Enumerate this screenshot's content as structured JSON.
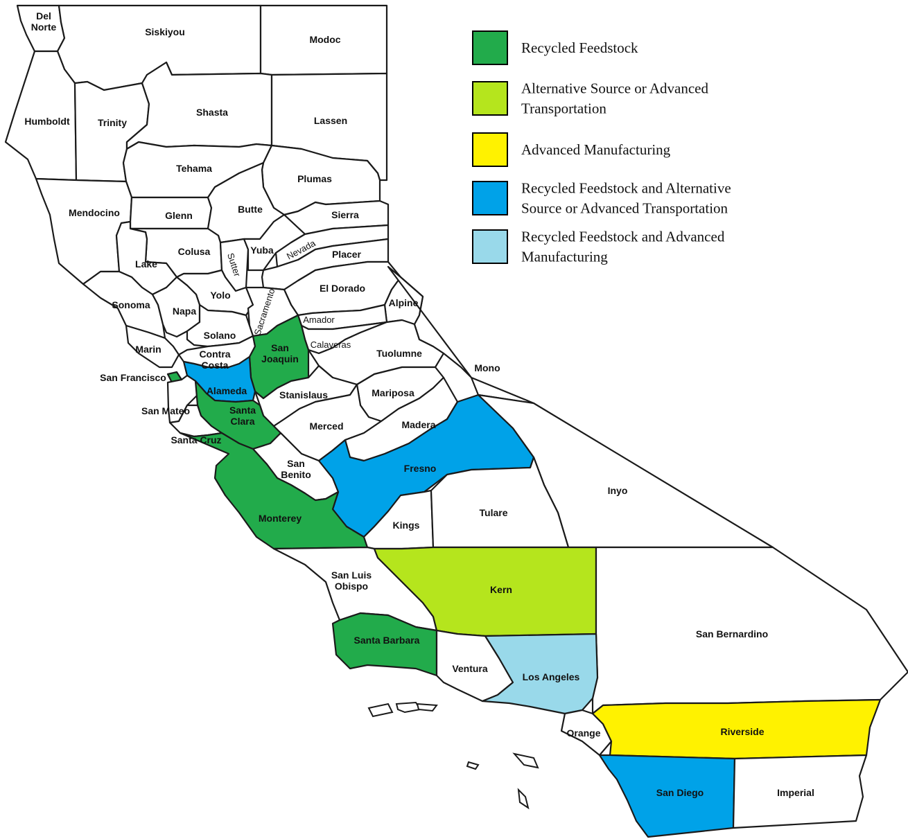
{
  "legend": [
    {
      "label_lines": [
        "Recycled Feedstock"
      ],
      "color": "#22ab4b"
    },
    {
      "label_lines": [
        "Alternative Source or Advanced",
        "Transportation"
      ],
      "color": "#b5e51d"
    },
    {
      "label_lines": [
        "Advanced Manufacturing"
      ],
      "color": "#fff200"
    },
    {
      "label_lines": [
        "Recycled Feedstock and Alternative",
        "Source or Advanced Transportation"
      ],
      "color": "#00a2e8"
    },
    {
      "label_lines": [
        "Recycled Feedstock and Advanced",
        "Manufacturing"
      ],
      "color": "#99d9ea"
    }
  ],
  "counties": [
    {
      "name": "Del Norte",
      "lines": [
        "Del",
        "Norte"
      ],
      "category": 0
    },
    {
      "name": "Siskiyou",
      "lines": [
        "Siskiyou"
      ],
      "category": 0
    },
    {
      "name": "Modoc",
      "lines": [
        "Modoc"
      ],
      "category": 0
    },
    {
      "name": "Humboldt",
      "lines": [
        "Humboldt"
      ],
      "category": 0
    },
    {
      "name": "Trinity",
      "lines": [
        "Trinity"
      ],
      "category": 0
    },
    {
      "name": "Shasta",
      "lines": [
        "Shasta"
      ],
      "category": 0
    },
    {
      "name": "Lassen",
      "lines": [
        "Lassen"
      ],
      "category": 0
    },
    {
      "name": "Tehama",
      "lines": [
        "Tehama"
      ],
      "category": 0
    },
    {
      "name": "Plumas",
      "lines": [
        "Plumas"
      ],
      "category": 0
    },
    {
      "name": "Mendocino",
      "lines": [
        "Mendocino"
      ],
      "category": 0
    },
    {
      "name": "Glenn",
      "lines": [
        "Glenn"
      ],
      "category": 0
    },
    {
      "name": "Butte",
      "lines": [
        "Butte"
      ],
      "category": 0
    },
    {
      "name": "Sierra",
      "lines": [
        "Sierra"
      ],
      "category": 0
    },
    {
      "name": "Colusa",
      "lines": [
        "Colusa"
      ],
      "category": 0
    },
    {
      "name": "Lake",
      "lines": [
        "Lake"
      ],
      "category": 0
    },
    {
      "name": "Sutter",
      "lines": [
        "Sutter"
      ],
      "category": 0
    },
    {
      "name": "Yuba",
      "lines": [
        "Yuba"
      ],
      "category": 0
    },
    {
      "name": "Nevada",
      "lines": [
        "Nevada"
      ],
      "category": 0
    },
    {
      "name": "Placer",
      "lines": [
        "Placer"
      ],
      "category": 0
    },
    {
      "name": "Yolo",
      "lines": [
        "Yolo"
      ],
      "category": 0
    },
    {
      "name": "El Dorado",
      "lines": [
        "El Dorado"
      ],
      "category": 0
    },
    {
      "name": "Sonoma",
      "lines": [
        "Sonoma"
      ],
      "category": 0
    },
    {
      "name": "Napa",
      "lines": [
        "Napa"
      ],
      "category": 0
    },
    {
      "name": "Sacramento",
      "lines": [
        "Sacramento"
      ],
      "category": 0
    },
    {
      "name": "Alpine",
      "lines": [
        "Alpine"
      ],
      "category": 0
    },
    {
      "name": "Amador",
      "lines": [
        "Amador"
      ],
      "category": 0
    },
    {
      "name": "Solano",
      "lines": [
        "Solano"
      ],
      "category": 0
    },
    {
      "name": "Marin",
      "lines": [
        "Marin"
      ],
      "category": 0
    },
    {
      "name": "Calaveras",
      "lines": [
        "Calaveras"
      ],
      "category": 0
    },
    {
      "name": "Contra Costa",
      "lines": [
        "Contra",
        "Costa"
      ],
      "category": 0
    },
    {
      "name": "San Joaquin",
      "lines": [
        "San",
        "Joaquin"
      ],
      "category": 1
    },
    {
      "name": "Tuolumne",
      "lines": [
        "Tuolumne"
      ],
      "category": 0
    },
    {
      "name": "Mono",
      "lines": [
        "Mono"
      ],
      "category": 0
    },
    {
      "name": "San Francisco",
      "lines": [
        "San Francisco"
      ],
      "category": 1
    },
    {
      "name": "Alameda",
      "lines": [
        "Alameda"
      ],
      "category": 4
    },
    {
      "name": "Stanislaus",
      "lines": [
        "Stanislaus"
      ],
      "category": 0
    },
    {
      "name": "Mariposa",
      "lines": [
        "Mariposa"
      ],
      "category": 0
    },
    {
      "name": "San Mateo",
      "lines": [
        "San Mateo"
      ],
      "category": 0
    },
    {
      "name": "Santa Clara",
      "lines": [
        "Santa",
        "Clara"
      ],
      "category": 1
    },
    {
      "name": "Merced",
      "lines": [
        "Merced"
      ],
      "category": 0
    },
    {
      "name": "Madera",
      "lines": [
        "Madera"
      ],
      "category": 0
    },
    {
      "name": "Santa Cruz",
      "lines": [
        "Santa Cruz"
      ],
      "category": 0
    },
    {
      "name": "San Benito",
      "lines": [
        "San",
        "Benito"
      ],
      "category": 0
    },
    {
      "name": "Fresno",
      "lines": [
        "Fresno"
      ],
      "category": 4
    },
    {
      "name": "Inyo",
      "lines": [
        "Inyo"
      ],
      "category": 0
    },
    {
      "name": "Monterey",
      "lines": [
        "Monterey"
      ],
      "category": 1
    },
    {
      "name": "Kings",
      "lines": [
        "Kings"
      ],
      "category": 0
    },
    {
      "name": "Tulare",
      "lines": [
        "Tulare"
      ],
      "category": 0
    },
    {
      "name": "San Luis Obispo",
      "lines": [
        "San Luis",
        "Obispo"
      ],
      "category": 0
    },
    {
      "name": "Kern",
      "lines": [
        "Kern"
      ],
      "category": 2
    },
    {
      "name": "San Bernardino",
      "lines": [
        "San Bernardino"
      ],
      "category": 0
    },
    {
      "name": "Santa Barbara",
      "lines": [
        "Santa Barbara"
      ],
      "category": 1
    },
    {
      "name": "Ventura",
      "lines": [
        "Ventura"
      ],
      "category": 0
    },
    {
      "name": "Los Angeles",
      "lines": [
        "Los Angeles"
      ],
      "category": 5
    },
    {
      "name": "Orange",
      "lines": [
        "Orange"
      ],
      "category": 0
    },
    {
      "name": "Riverside",
      "lines": [
        "Riverside"
      ],
      "category": 3
    },
    {
      "name": "San Diego",
      "lines": [
        "San Diego"
      ],
      "category": 4
    },
    {
      "name": "Imperial",
      "lines": [
        "Imperial"
      ],
      "category": 0
    }
  ]
}
